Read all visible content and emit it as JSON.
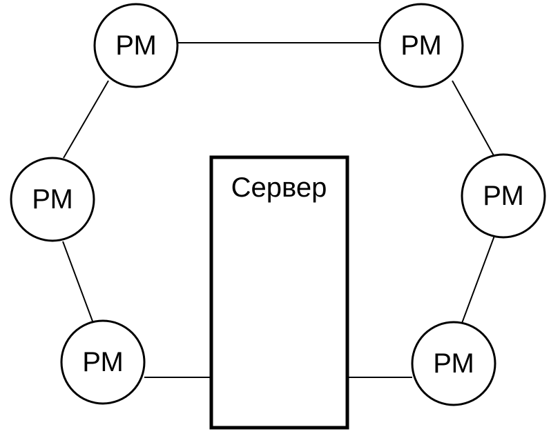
{
  "diagram": {
    "server": {
      "label": "Сервер"
    },
    "nodes": [
      {
        "id": "top-left",
        "label": "РМ"
      },
      {
        "id": "top-right",
        "label": "РМ"
      },
      {
        "id": "mid-left",
        "label": "РМ"
      },
      {
        "id": "mid-right",
        "label": "РМ"
      },
      {
        "id": "bottom-left",
        "label": "РМ"
      },
      {
        "id": "bottom-right",
        "label": "РМ"
      }
    ],
    "connections": [
      [
        "top-left",
        "top-right"
      ],
      [
        "top-left",
        "mid-left"
      ],
      [
        "mid-left",
        "bottom-left"
      ],
      [
        "bottom-left",
        "server"
      ],
      [
        "top-right",
        "mid-right"
      ],
      [
        "mid-right",
        "bottom-right"
      ],
      [
        "bottom-right",
        "server"
      ]
    ]
  }
}
